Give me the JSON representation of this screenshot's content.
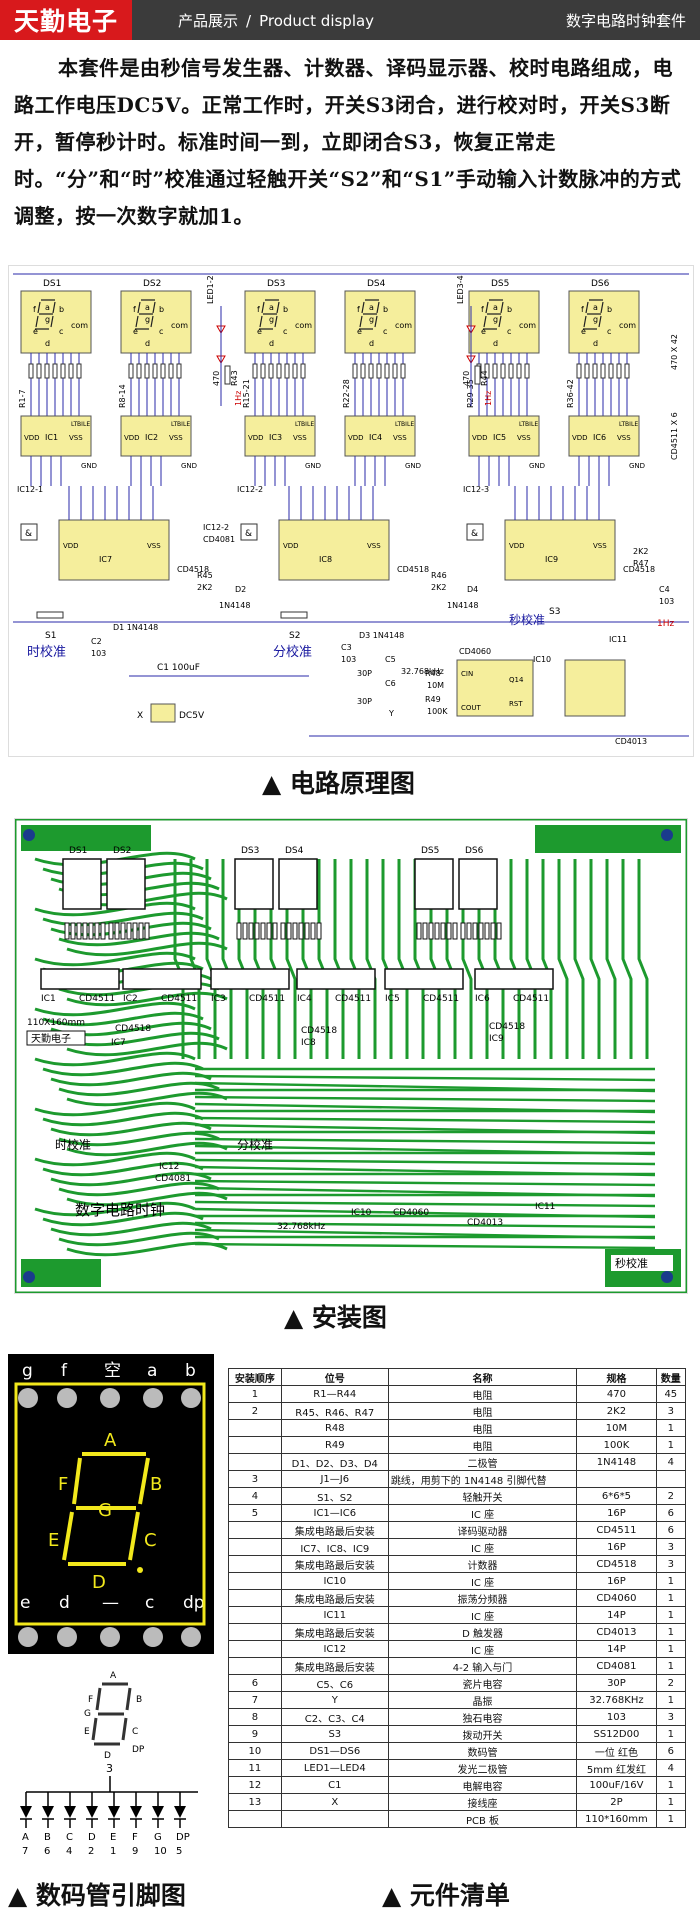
{
  "header": {
    "logo": "天勤电子",
    "nav_cn": "产品展示",
    "nav_sep": "/",
    "nav_en": "Product display",
    "title": "数字电路时钟套件"
  },
  "intro": "本套件是由秒信号发生器、计数器、译码显示器、校时电路组成，电路工作电压DC5V。正常工作时，开关S3闭合，进行校对时，开关S3断开，暂停秒计时。标准时间一到，立即闭合S3，恢复正常走时。“分”和“时”校准通过轻触开关“S2”和“S1”手动输入计数脉冲的方式调整，按一次数字就加1。",
  "schematic": {
    "displays": [
      "DS1",
      "DS2",
      "DS3",
      "DS4",
      "DS5",
      "DS6"
    ],
    "decoders": [
      "IC1",
      "IC2",
      "IC3",
      "IC4",
      "IC5",
      "IC6"
    ],
    "resistor_groups": [
      "R1-7",
      "R8-14",
      "R15-21",
      "R22-28",
      "R29-35",
      "R36-42"
    ],
    "segments": [
      "a",
      "b",
      "c",
      "d",
      "e",
      "f",
      "g",
      "com"
    ],
    "decoder_pins": [
      "VDD",
      "VSS",
      "LT",
      "BI",
      "LE"
    ],
    "counters": [
      "IC7",
      "IC8",
      "IC9"
    ],
    "counter_type": "CD4518",
    "and_gates": [
      "IC12-1",
      "IC12-2",
      "IC12-3"
    ],
    "gate_type": "CD4081",
    "leds": [
      "LED1-2",
      "LED3-4"
    ],
    "r43": "R43",
    "r44": "R44",
    "r470": "470",
    "r470x6": "470 X 42",
    "cd4511x6": "CD4511 X 6",
    "hz1": "1Hz",
    "r45": "R45",
    "r46": "R46",
    "r47": "R47",
    "r2k2": "2K2",
    "d1": "D1 1N4148",
    "d2": "D2",
    "d3": "D3 1N4148",
    "d4": "D4",
    "in4148": "1N4148",
    "s1": "S1",
    "s2": "S2",
    "s3": "S3",
    "s1_label": "时校准",
    "s2_label": "分校准",
    "s3_label": "秒校准",
    "c1": "C1 100uF",
    "c2": "C2",
    "c3": "C3",
    "c4": "C4",
    "c103": "103",
    "c5": "C5",
    "c6": "C6",
    "c30p": "30P",
    "crystal": "32.768kHz",
    "y": "Y",
    "r48": "R48",
    "r49": "R49",
    "r10m": "10M",
    "r100k": "100K",
    "ic10": "IC10",
    "ic10_type": "CD4060",
    "ic11": "IC11",
    "ic11_type": "CD4013",
    "cin": "CIN",
    "cout": "COUT",
    "q14": "Q14",
    "rst": "RST",
    "x": "X",
    "dc5v": "DC5V",
    "gnd": "GND"
  },
  "captions": {
    "schematic": "▲ 电路原理图",
    "assembly": "▲ 安装图",
    "pinout": "▲ 数码管引脚图",
    "bom": "▲ 元件清单"
  },
  "pcb": {
    "displays": [
      "DS1",
      "DS2",
      "DS3",
      "DS4",
      "DS5",
      "DS6"
    ],
    "ics": [
      "IC1",
      "IC2",
      "IC3",
      "IC4",
      "IC5",
      "IC6"
    ],
    "ic_type": "CD4511",
    "size": "110X160mm",
    "brand": "天勤电子",
    "title": "数字电路时钟",
    "s1": "时校准",
    "s2": "分校准",
    "s3": "秒校准",
    "crystal": "32.768kHz",
    "cd4060": "CD4060",
    "cd4013": "CD4013",
    "cd4081": "CD4081",
    "cd4518": "CD4518",
    "ic7": "IC7",
    "ic8": "IC8",
    "ic9": "IC9",
    "ic10": "IC10",
    "ic11": "IC11",
    "ic12": "IC12"
  },
  "pinout": {
    "top_pins": [
      "g",
      "f",
      "空",
      "a",
      "b"
    ],
    "bottom_pins": [
      "e",
      "d",
      "—",
      "c",
      "dp"
    ],
    "segments": [
      "A",
      "B",
      "C",
      "D",
      "E",
      "F",
      "G"
    ],
    "small_segments": [
      "A",
      "B",
      "C",
      "D",
      "E",
      "F",
      "G",
      "DP"
    ],
    "common_pin": "3",
    "diode_letters": [
      "A",
      "B",
      "C",
      "D",
      "E",
      "F",
      "G",
      "DP"
    ],
    "diode_pins": [
      "7",
      "6",
      "4",
      "2",
      "1",
      "9",
      "10",
      "5"
    ]
  },
  "bom": {
    "headers": [
      "安装顺序",
      "位号",
      "名称",
      "规格",
      "数量"
    ],
    "rows": [
      [
        "1",
        "R1—R44",
        "电阻",
        "470",
        "45"
      ],
      [
        "2",
        "R45、R46、R47",
        "电阻",
        "2K2",
        "3"
      ],
      [
        "",
        "R48",
        "电阻",
        "10M",
        "1"
      ],
      [
        "",
        "R49",
        "电阻",
        "100K",
        "1"
      ],
      [
        "",
        "D1、D2、D3、D4",
        "二极管",
        "1N4148",
        "4"
      ],
      [
        "3",
        "J1—J6",
        "跳线，用剪下的 1N4148 引脚代替",
        "",
        ""
      ],
      [
        "4",
        "S1、S2",
        "轻触开关",
        "6*6*5",
        "2"
      ],
      [
        "5",
        "IC1—IC6",
        "IC 座",
        "16P",
        "6"
      ],
      [
        "",
        "集成电路最后安装",
        "译码驱动器",
        "CD4511",
        "6"
      ],
      [
        "",
        "IC7、IC8、IC9",
        "IC 座",
        "16P",
        "3"
      ],
      [
        "",
        "集成电路最后安装",
        "计数器",
        "CD4518",
        "3"
      ],
      [
        "",
        "IC10",
        "IC 座",
        "16P",
        "1"
      ],
      [
        "",
        "集成电路最后安装",
        "振荡分频器",
        "CD4060",
        "1"
      ],
      [
        "",
        "IC11",
        "IC 座",
        "14P",
        "1"
      ],
      [
        "",
        "集成电路最后安装",
        "D 触发器",
        "CD4013",
        "1"
      ],
      [
        "",
        "IC12",
        "IC 座",
        "14P",
        "1"
      ],
      [
        "",
        "集成电路最后安装",
        "4-2 输入与门",
        "CD4081",
        "1"
      ],
      [
        "6",
        "C5、C6",
        "瓷片电容",
        "30P",
        "2"
      ],
      [
        "7",
        "Y",
        "晶振",
        "32.768KHz",
        "1"
      ],
      [
        "8",
        "C2、C3、C4",
        "独石电容",
        "103",
        "3"
      ],
      [
        "9",
        "S3",
        "拨动开关",
        "SS12D00",
        "1"
      ],
      [
        "10",
        "DS1—DS6",
        "数码管",
        "一位 红色",
        "6"
      ],
      [
        "11",
        "LED1—LED4",
        "发光二极管",
        "5mm 红发红",
        "4"
      ],
      [
        "12",
        "C1",
        "电解电容",
        "100uF/16V",
        "1"
      ],
      [
        "13",
        "X",
        "接线座",
        "2P",
        "1"
      ],
      [
        "",
        "",
        "PCB 板",
        "110*160mm",
        "1"
      ]
    ]
  },
  "colors": {
    "header_bg": "#3b3b3b",
    "logo_bg": "#d8191c",
    "wire": "#2a2aa8",
    "display": "#f5ee9c",
    "chip": "#f5ee9c",
    "pcb_green": "#1d9a2e",
    "pcb_bg": "#ffffff",
    "segment_yellow": "#f2e81c"
  }
}
